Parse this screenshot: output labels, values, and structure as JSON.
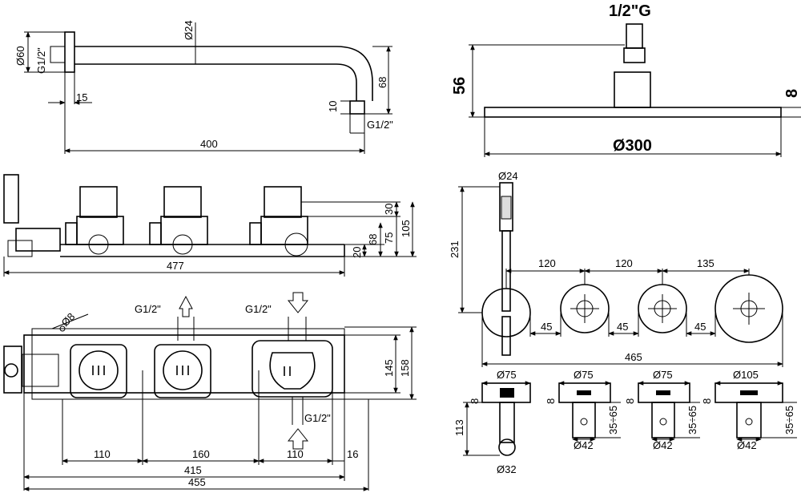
{
  "spout": {
    "d60": "Ø60",
    "g_half_left": "G1/2\"",
    "d24": "Ø24",
    "dim_15": "15",
    "dim_10": "10",
    "dim_68": "68",
    "g_half_right": "G1/2\"",
    "dim_400": "400"
  },
  "shower_head": {
    "g_half": "1/2\"G",
    "dim_56": "56",
    "dim_8": "8",
    "d300": "Ø300"
  },
  "side_box": {
    "dim_30": "30",
    "dim_105": "105",
    "dim_75": "75",
    "dim_68": "68",
    "dim_20": "20",
    "dim_477": "477"
  },
  "top_box": {
    "d8": "Ø8",
    "g_half_a": "G1/2\"",
    "g_half_b": "G1/2\"",
    "g_half_c": "G1/2\"",
    "dim_145": "145",
    "dim_158": "158",
    "dim_110a": "110",
    "dim_160": "160",
    "dim_110b": "110",
    "dim_16": "16",
    "dim_415": "415",
    "dim_455": "455"
  },
  "front_panel": {
    "d24": "Ø24",
    "dim_231": "231",
    "dim_120a": "120",
    "dim_120b": "120",
    "dim_135": "135",
    "dim_45a": "45",
    "dim_45b": "45",
    "dim_45c": "45",
    "dim_465": "465"
  },
  "details": {
    "d75a": "Ø75",
    "d75b": "Ø75",
    "d75c": "Ø75",
    "d105": "Ø105",
    "dim_8a": "8",
    "dim_8b": "8",
    "dim_8c": "8",
    "dim_8d": "8",
    "dim_113": "113",
    "d32": "Ø32",
    "r3565a": "35÷65",
    "r3565b": "35÷65",
    "r3565c": "35÷65",
    "d42a": "Ø42",
    "d42b": "Ø42",
    "d42c": "Ø42"
  }
}
